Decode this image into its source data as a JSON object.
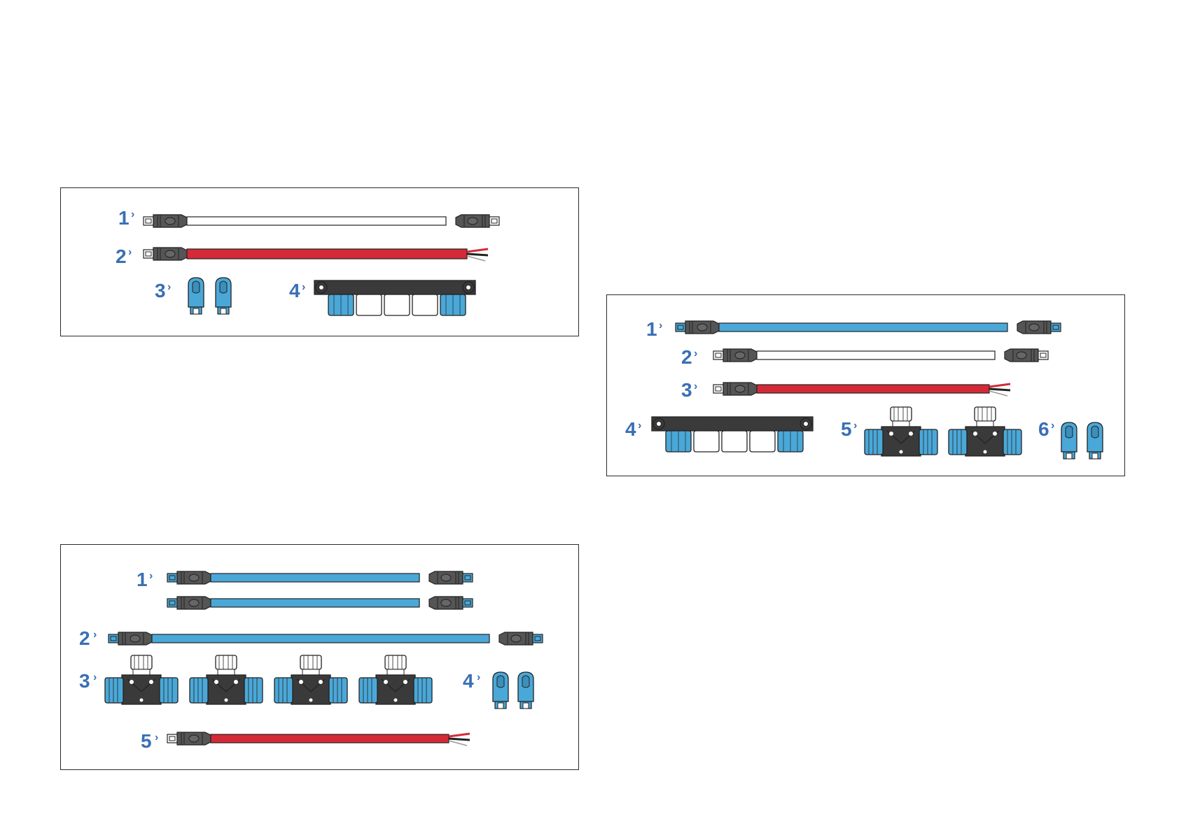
{
  "colors": {
    "accent_blue": "#3a6fb5",
    "connector_blue": "#4aa8d8",
    "cable_blue": "#4aa8d8",
    "cable_red": "#d42a38",
    "cable_white": "#ffffff",
    "connector_gray": "#4d4d4d",
    "dark_body": "#3a3a3a"
  },
  "panels": [
    {
      "name": "panel-top-left",
      "items": [
        {
          "label": "1",
          "icon": "white-backbone-cable-icon"
        },
        {
          "label": "2",
          "icon": "red-power-cable-icon"
        },
        {
          "label": "3",
          "icon": "terminator-pair-icon"
        },
        {
          "label": "4",
          "icon": "five-way-connector-icon"
        }
      ]
    },
    {
      "name": "panel-right",
      "items": [
        {
          "label": "1",
          "icon": "blue-spur-cable-icon"
        },
        {
          "label": "2",
          "icon": "white-backbone-cable-icon"
        },
        {
          "label": "3",
          "icon": "red-power-cable-icon"
        },
        {
          "label": "4",
          "icon": "five-way-connector-icon"
        },
        {
          "label": "5",
          "icon": "t-piece-connector-icon"
        },
        {
          "label": "6",
          "icon": "terminator-pair-icon"
        }
      ]
    },
    {
      "name": "panel-bottom-left",
      "items": [
        {
          "label": "1",
          "icon": "blue-spur-cable-pair-icon"
        },
        {
          "label": "2",
          "icon": "long-blue-cable-icon"
        },
        {
          "label": "3",
          "icon": "t-piece-connector-icon"
        },
        {
          "label": "4",
          "icon": "terminator-pair-icon"
        },
        {
          "label": "5",
          "icon": "red-power-cable-icon"
        }
      ]
    }
  ]
}
